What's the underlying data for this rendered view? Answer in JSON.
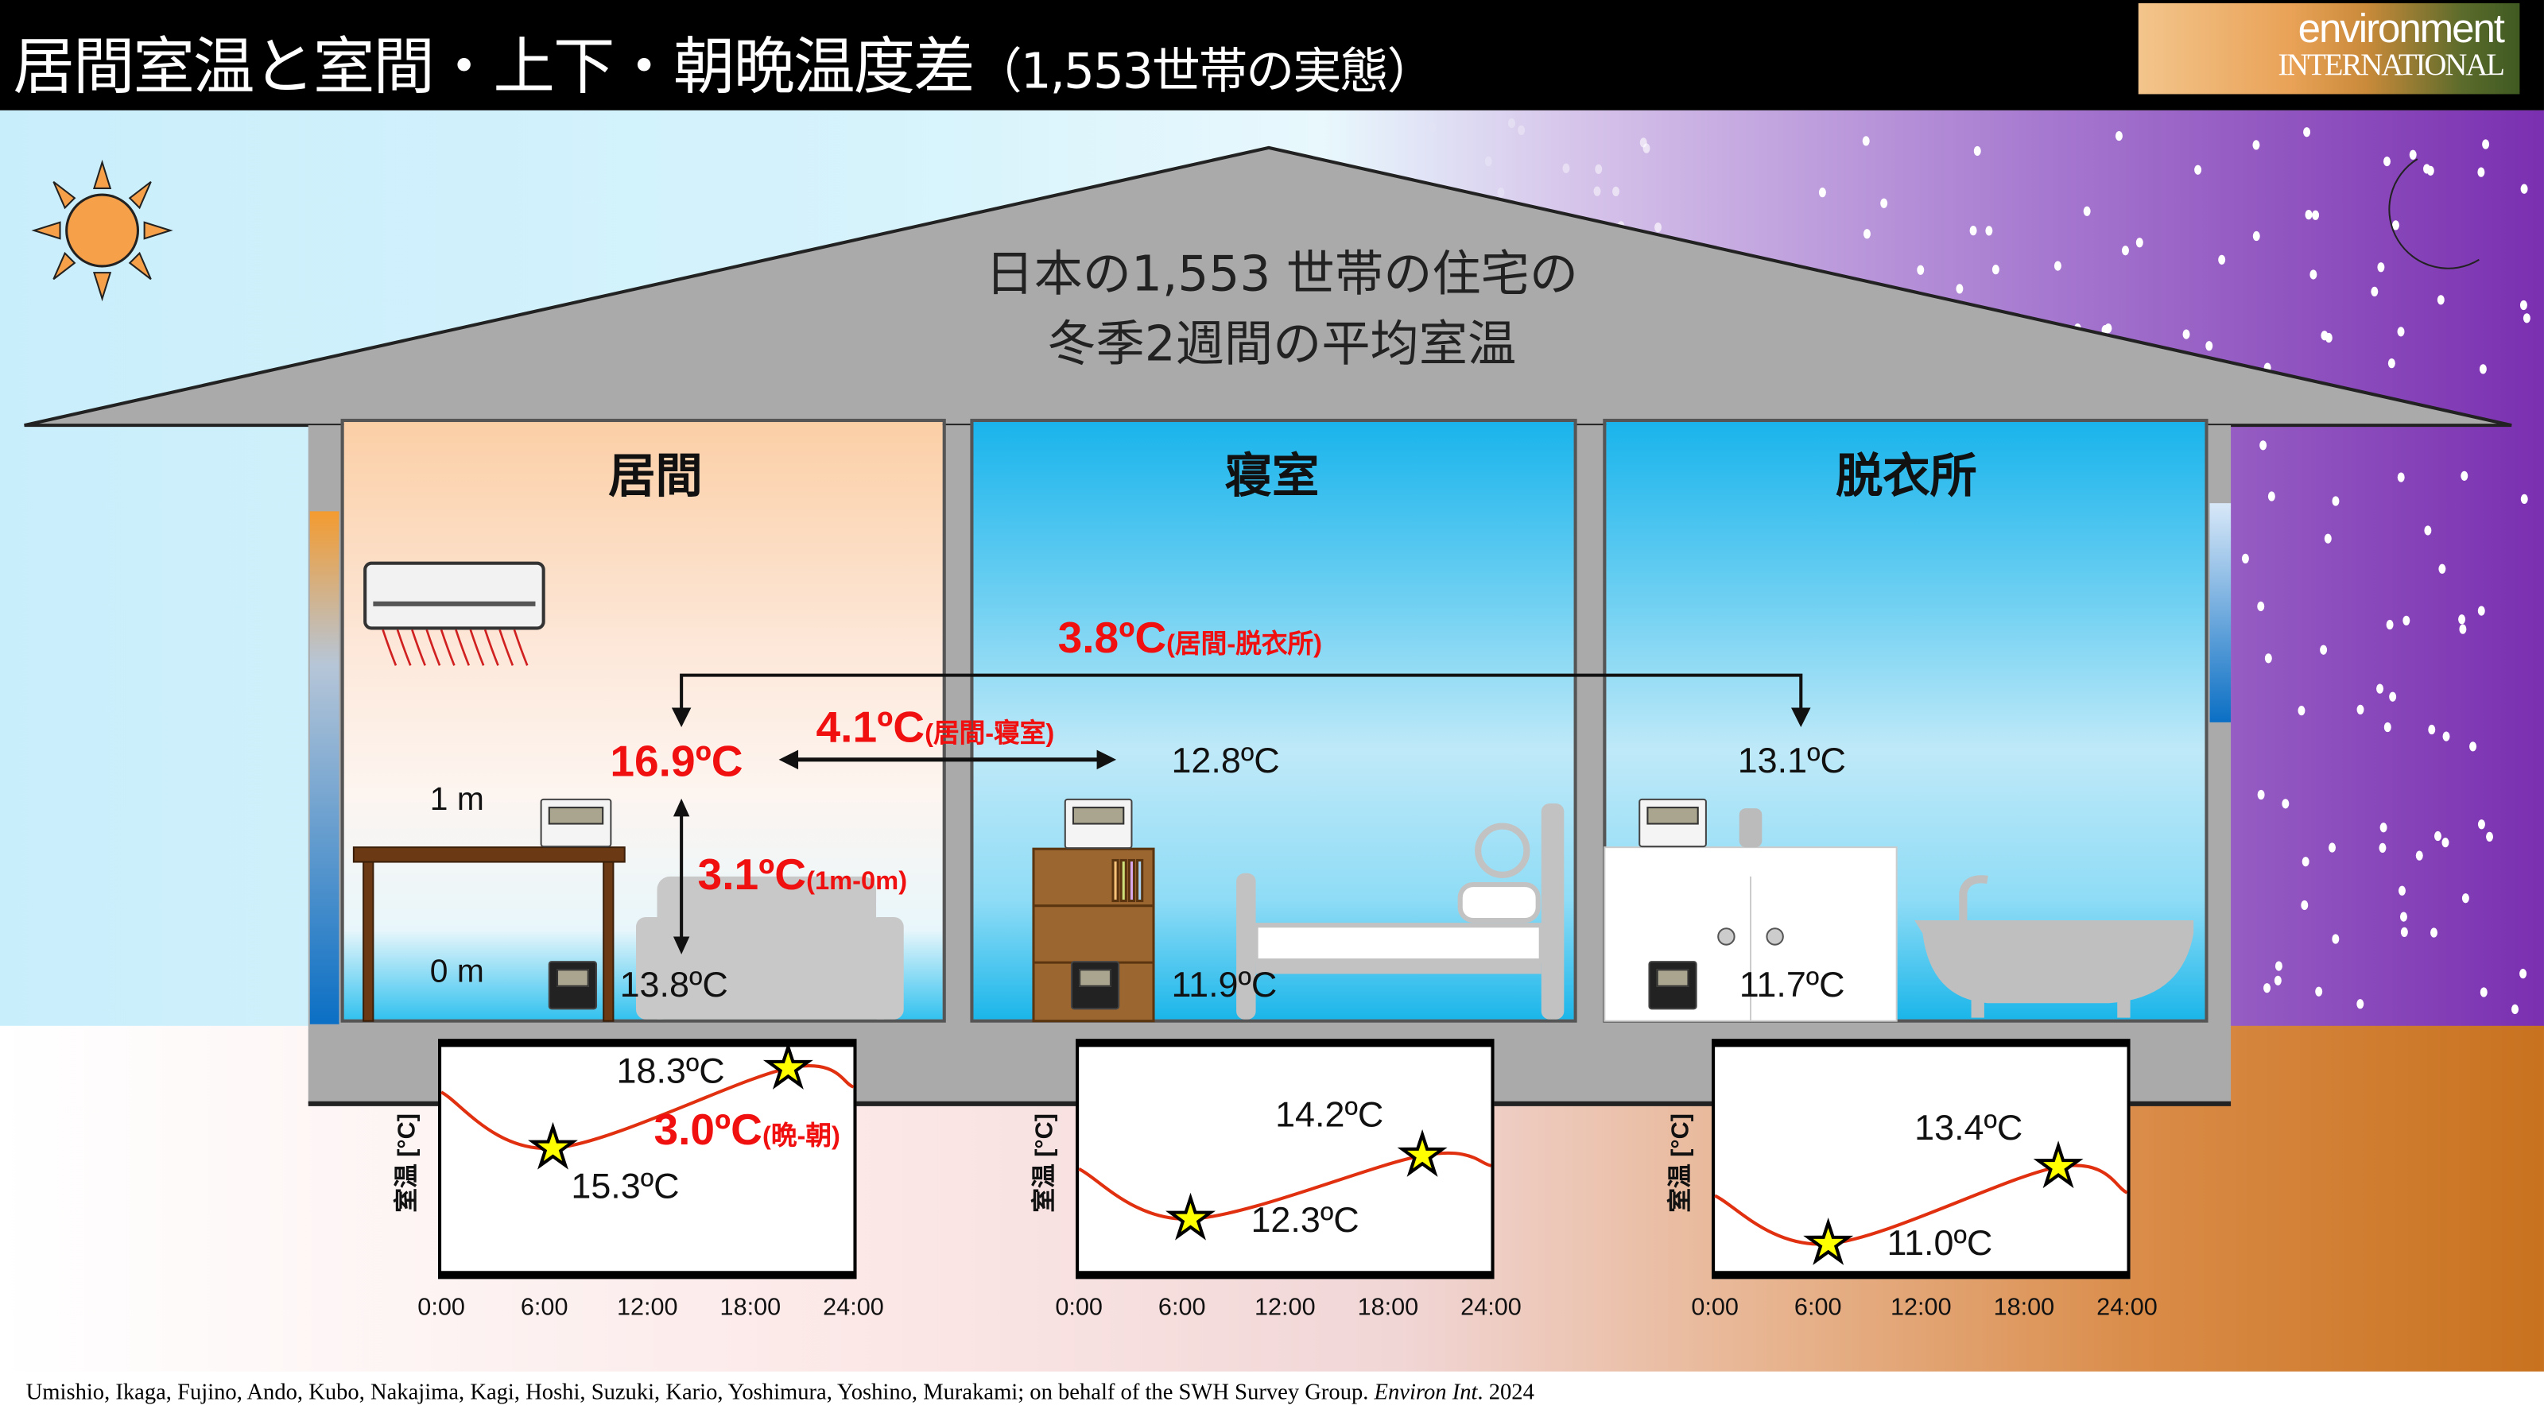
{
  "header": {
    "title": "居間室温と室間・上下・朝晩温度差",
    "title_suffix": "（1,553世帯の実態）",
    "logo_line1": "environment",
    "logo_line2": "INTERNATIONAL"
  },
  "roof": {
    "line1": "日本の1,553 世帯の住宅の",
    "line2": "冬季2週間の平均室温"
  },
  "rooms": {
    "living": "居間",
    "bedroom": "寝室",
    "dressing": "脱衣所"
  },
  "annotations": {
    "diff_living_dressing": "3.8ºC",
    "diff_living_dressing_label": "(居間-脱衣所)",
    "diff_living_bedroom": "4.1ºC",
    "diff_living_bedroom_label": "(居間-寝室)",
    "diff_vertical": "3.1ºC",
    "diff_vertical_label": "(1m-0m)",
    "height_1m": "1 m",
    "height_0m": "0 m"
  },
  "temps": {
    "living_1m": "16.9ºC",
    "living_0m": "13.8ºC",
    "bedroom_1m": "12.8ºC",
    "bedroom_0m": "11.9ºC",
    "dressing_1m": "13.1ºC",
    "dressing_0m": "11.7ºC"
  },
  "colors": {
    "accent_red": "#f01010",
    "curve": "#e03010",
    "star_fill": "#ffff00"
  },
  "chart_data": [
    {
      "type": "line",
      "room": "居間",
      "ylabel": "室温 [°C]",
      "xticks": [
        "0:00",
        "6:00",
        "12:00",
        "18:00",
        "24:00"
      ],
      "xlim": [
        0,
        24
      ],
      "ylim": [
        10.4,
        19.4
      ],
      "x": [
        0,
        6.5,
        20.2,
        24
      ],
      "y": [
        17.4,
        15.3,
        18.3,
        17.6
      ],
      "min_label": "15.3ºC",
      "max_label": "18.3ºC",
      "diff_label": "3.0ºC",
      "diff_note": "(晩-朝)"
    },
    {
      "type": "line",
      "room": "寝室",
      "ylabel": "室温 [°C]",
      "xticks": [
        "0:00",
        "6:00",
        "12:00",
        "18:00",
        "24:00"
      ],
      "xlim": [
        0,
        24
      ],
      "ylim": [
        10.5,
        17.7
      ],
      "x": [
        0,
        6.5,
        20,
        24
      ],
      "y": [
        13.8,
        12.3,
        14.2,
        13.9
      ],
      "min_label": "12.3ºC",
      "max_label": "14.2ºC"
    },
    {
      "type": "line",
      "room": "脱衣所",
      "ylabel": "室温 [°C]",
      "xticks": [
        "0:00",
        "6:00",
        "12:00",
        "18:00",
        "24:00"
      ],
      "xlim": [
        0,
        24
      ],
      "ylim": [
        9.9,
        17.4
      ],
      "x": [
        0,
        6.6,
        20,
        24
      ],
      "y": [
        12.5,
        11.0,
        13.4,
        12.6
      ],
      "min_label": "11.0ºC",
      "max_label": "13.4ºC"
    }
  ],
  "citation": {
    "authors": "Umishio, Ikaga, Fujino, Ando, Kubo, Nakajima, Kagi, Hoshi, Suzuki, Kario, Yoshimura, Yoshino, Murakami; on behalf of the SWH Survey Group. ",
    "journal": "Environ Int",
    "year": ". 2024"
  }
}
